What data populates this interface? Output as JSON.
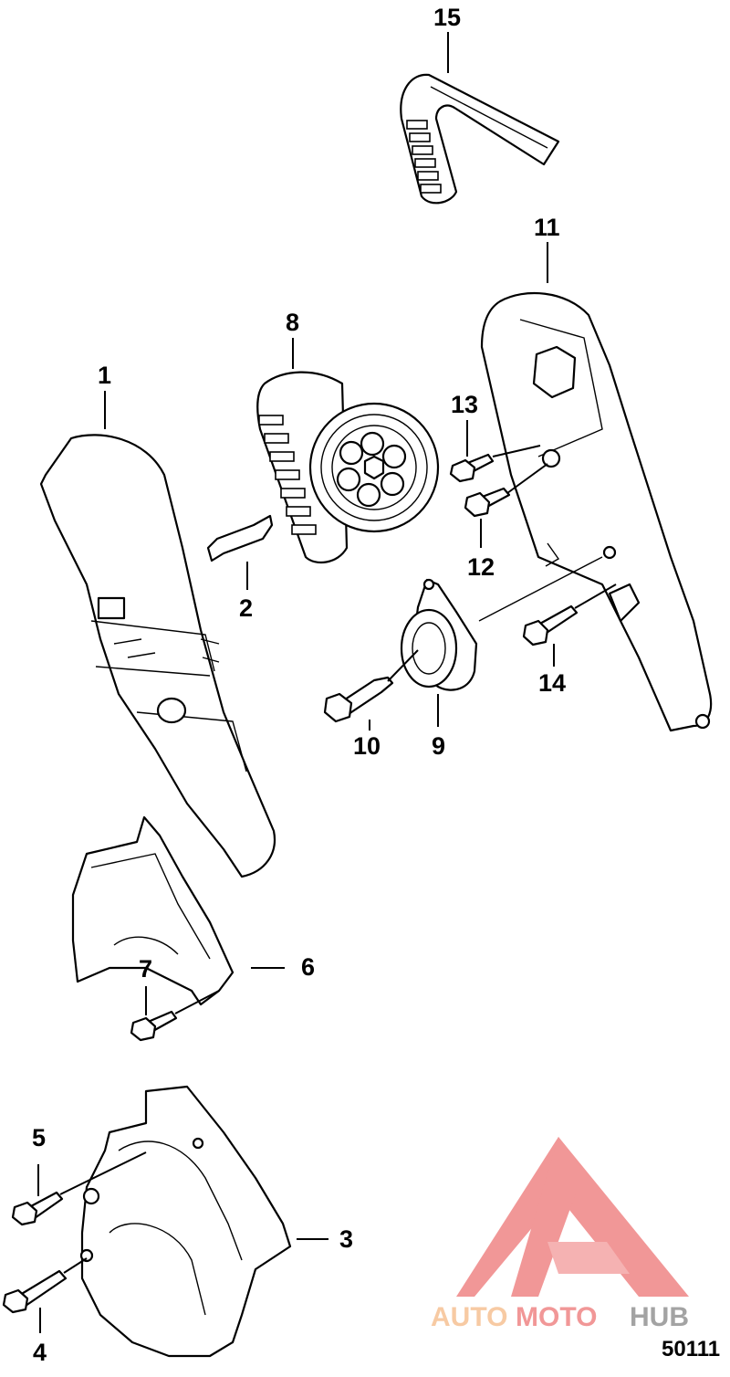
{
  "diagram": {
    "callouts": [
      {
        "id": "1",
        "label": "1"
      },
      {
        "id": "2",
        "label": "2"
      },
      {
        "id": "3",
        "label": "3"
      },
      {
        "id": "4",
        "label": "4"
      },
      {
        "id": "5",
        "label": "5"
      },
      {
        "id": "6",
        "label": "6"
      },
      {
        "id": "7",
        "label": "7"
      },
      {
        "id": "8",
        "label": "8"
      },
      {
        "id": "9",
        "label": "9"
      },
      {
        "id": "10",
        "label": "10"
      },
      {
        "id": "11",
        "label": "11"
      },
      {
        "id": "12",
        "label": "12"
      },
      {
        "id": "13",
        "label": "13"
      },
      {
        "id": "14",
        "label": "14"
      },
      {
        "id": "15",
        "label": "15"
      }
    ],
    "diagram_number": "50111"
  },
  "watermark": {
    "word_auto": "AUTO",
    "word_moto": "MOTO",
    "word_hub": "HUB",
    "color_primary": "#f08c8c",
    "color_auto": "#f7c59a",
    "color_hub": "#9a9a9a"
  }
}
